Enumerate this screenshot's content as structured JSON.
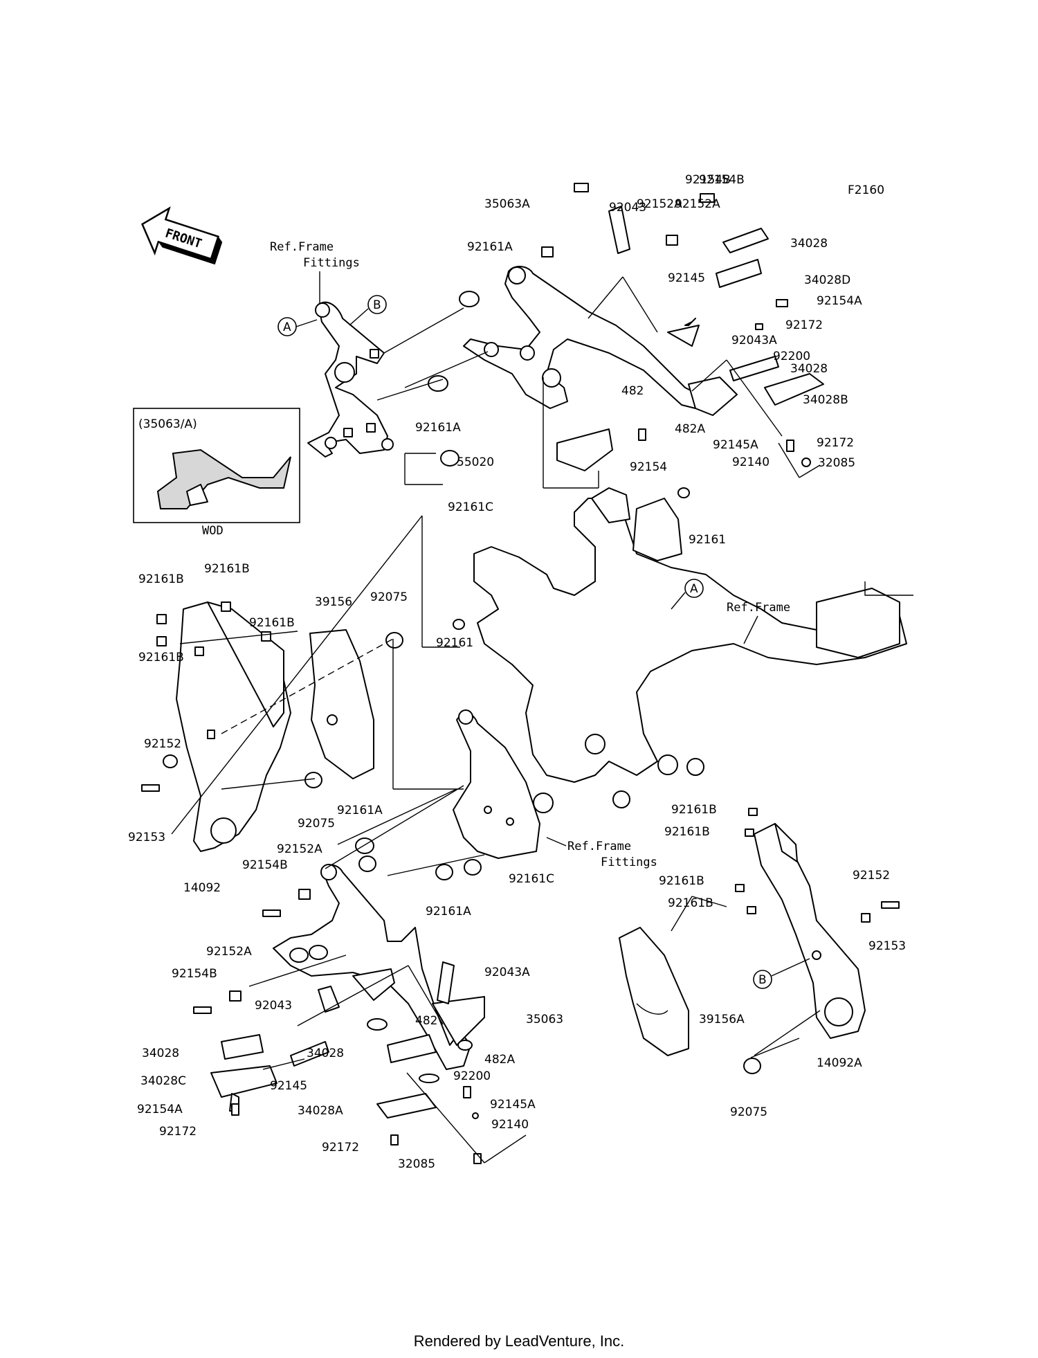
{
  "figure_code": "F2160",
  "front_label": "FRONT",
  "inset": {
    "code": "(35063/A)",
    "caption": "WOD"
  },
  "callouts": [
    "A",
    "B"
  ],
  "ref_frame_fittings_top": [
    "Ref.Frame",
    "Fittings"
  ],
  "ref_frame": "Ref.Frame",
  "ref_frame_fittings_mid": [
    "Ref.Frame",
    "Fittings"
  ],
  "labels": [
    "92154B",
    "92154B",
    "92152A",
    "92152A",
    "92043",
    "35063A",
    "92161A",
    "34028",
    "34028D",
    "92154A",
    "92145",
    "92172",
    "92043A",
    "92200",
    "34028",
    "34028B",
    "482",
    "482A",
    "92145A",
    "92172",
    "92140",
    "32085",
    "92161A",
    "55020",
    "92154",
    "92161C",
    "92161",
    "92161B",
    "92161B",
    "92161B",
    "92161B",
    "39156",
    "92075",
    "92161",
    "92152",
    "92153",
    "92075",
    "14092",
    "92161A",
    "92152A",
    "92154B",
    "92161C",
    "92161A",
    "92161B",
    "92161B",
    "92161B",
    "92161B",
    "92152",
    "92153",
    "92152A",
    "92154B",
    "92043A",
    "92043",
    "482",
    "35063",
    "34028",
    "34028C",
    "92145",
    "92154A",
    "92172",
    "34028",
    "482A",
    "92200",
    "34028A",
    "92145A",
    "92140",
    "92172",
    "32085",
    "39156A",
    "14092A",
    "92075"
  ],
  "footer": "Rendered by LeadVenture, Inc."
}
